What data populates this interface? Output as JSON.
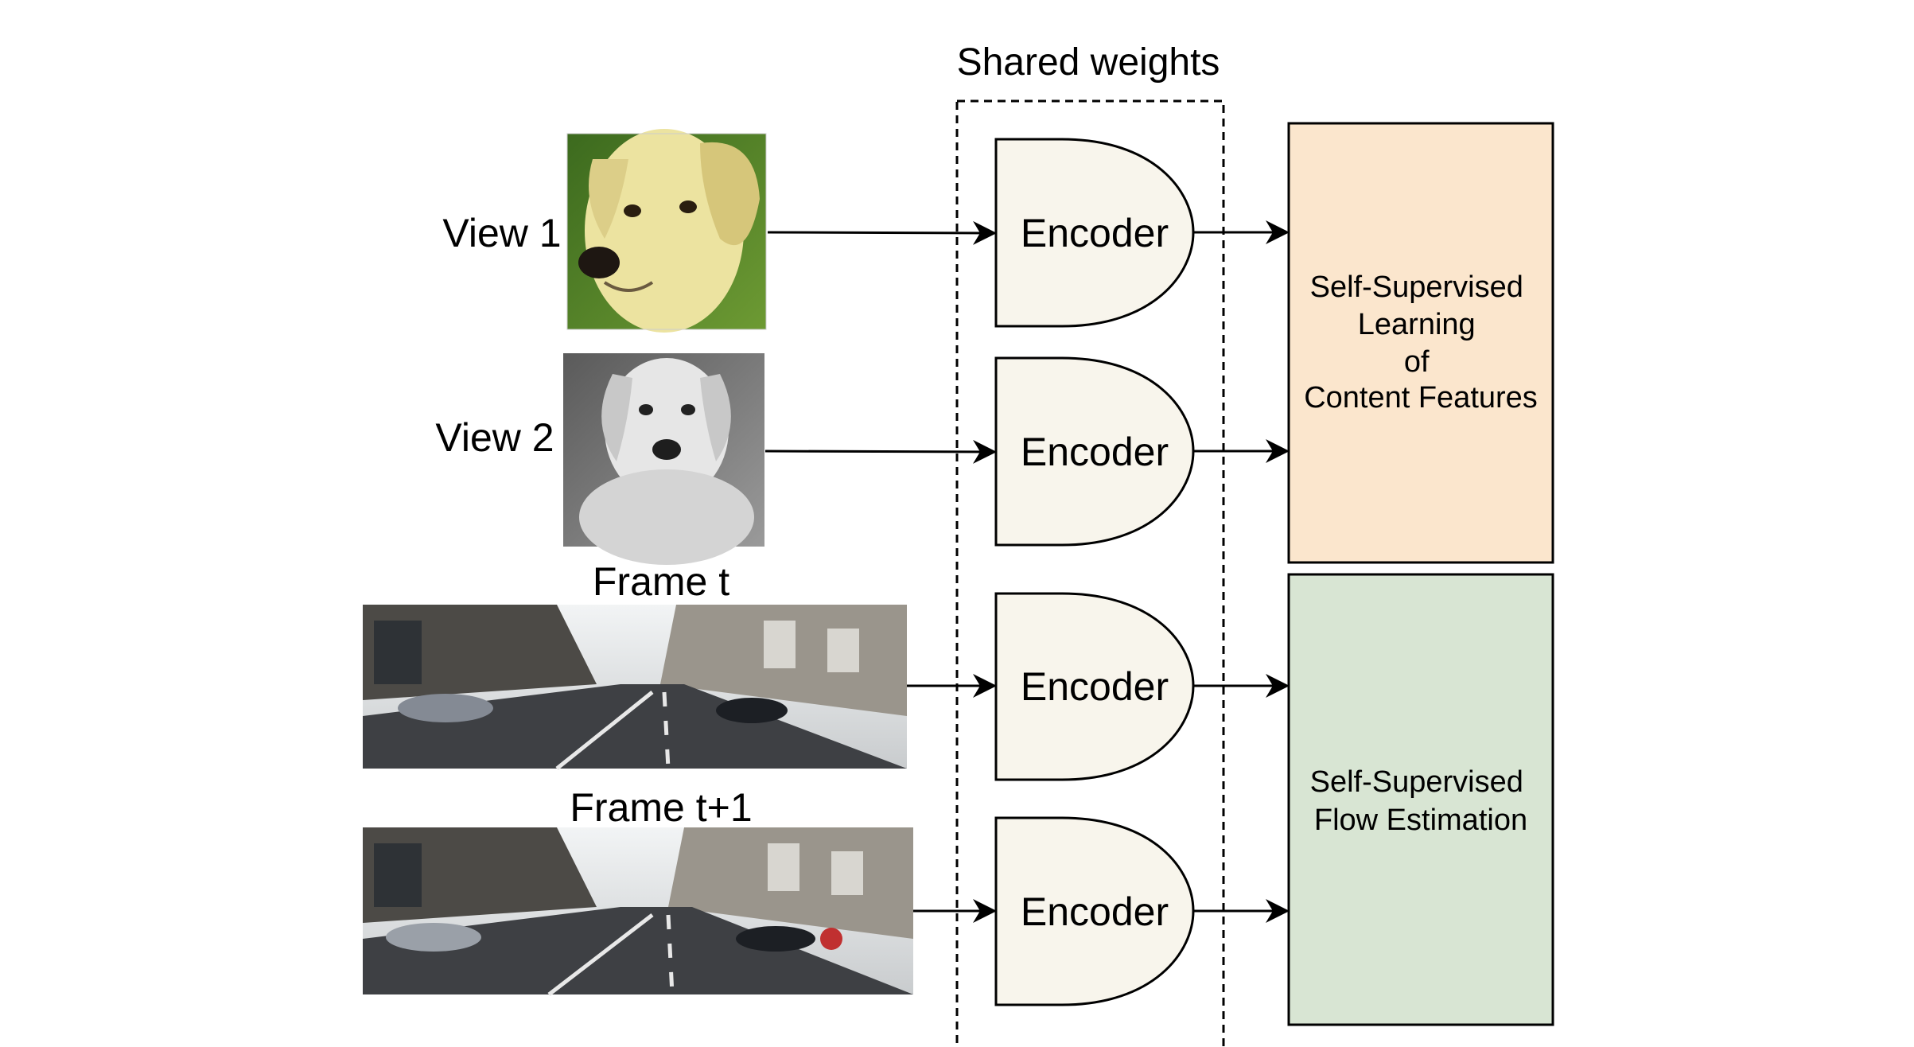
{
  "shared_group": {
    "title": "Shared weights"
  },
  "inputs": [
    {
      "label": "View 1",
      "picture": "photo of a yellow labrador retriever"
    },
    {
      "label": "View 2",
      "picture": "grayscale photo of the same labrador"
    },
    {
      "label": "Frame t",
      "picture": "street scene with parked cars"
    },
    {
      "label": "Frame t+1",
      "picture": "next street scene frame"
    }
  ],
  "encoders": [
    {
      "label": "Encoder"
    },
    {
      "label": "Encoder"
    },
    {
      "label": "Encoder"
    },
    {
      "label": "Encoder"
    }
  ],
  "tasks": [
    {
      "lines": [
        "Self-Supervised",
        "Learning",
        "of",
        "Content Features"
      ],
      "color": "#fbe6cd"
    },
    {
      "lines": [
        "Self-Supervised",
        "Flow Estimation"
      ],
      "color": "#d8e5d3"
    }
  ],
  "colors": {
    "encoder_fill": "#f8f5ec",
    "stroke": "#000000"
  }
}
